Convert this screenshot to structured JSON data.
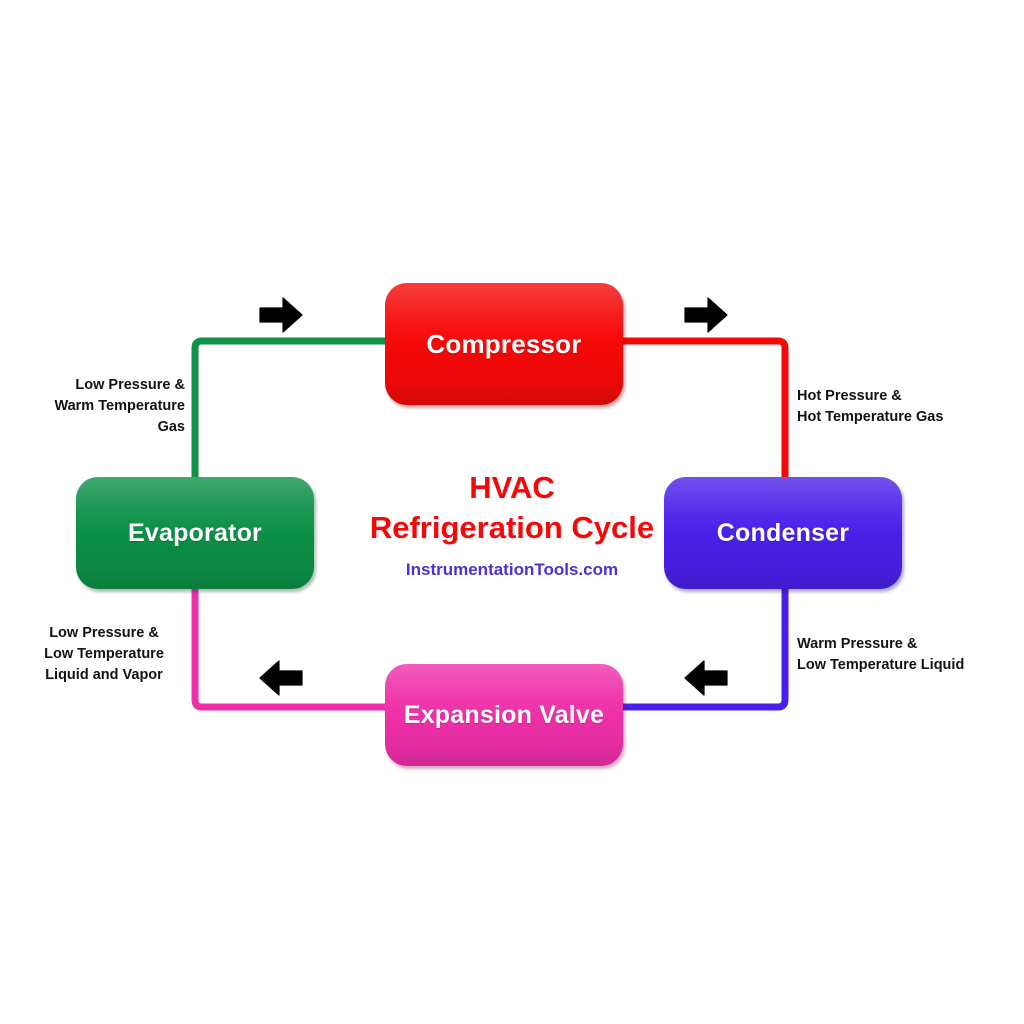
{
  "title": {
    "line1": "HVAC",
    "line2": "Refrigeration Cycle",
    "site": "InstrumentationTools.com",
    "title_color": "#f50808",
    "site_color": "#4b31d4"
  },
  "nodes": {
    "compressor": {
      "label": "Compressor",
      "color": "#f50808"
    },
    "evaporator": {
      "label": "Evaporator",
      "color": "#0b8f46"
    },
    "condenser": {
      "label": "Condenser",
      "color": "#4920e8"
    },
    "expansion": {
      "label": "Expansion Valve",
      "color": "#ee2fa8"
    }
  },
  "annotations": {
    "evaporator_to_compressor": "Low Pressure &\nWarm Temperature\nGas",
    "compressor_to_condenser": "Hot Pressure &\nHot Temperature Gas",
    "condenser_to_expansion": "Warm Pressure &\nLow Temperature Liquid",
    "expansion_to_evaporator": "Low Pressure &\nLow Temperature\nLiquid and Vapor"
  },
  "lines": {
    "suction_green": "#0f9248",
    "discharge_red": "#f50808",
    "liquid_violet": "#4920e8",
    "lowside_magenta": "#ee2fa8"
  },
  "arrows": {
    "top_left": "arrow-right-icon",
    "top_right": "arrow-right-icon",
    "bottom_left": "arrow-left-icon",
    "bottom_right": "arrow-left-icon",
    "color": "#000000"
  }
}
